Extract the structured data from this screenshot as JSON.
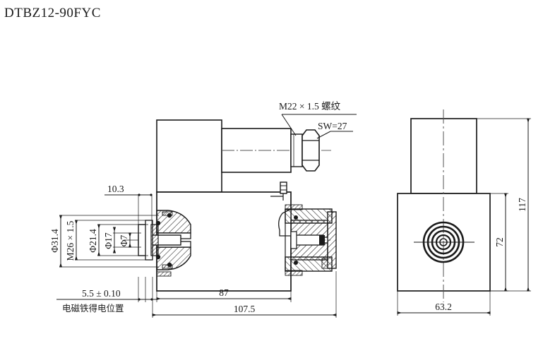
{
  "drawing": {
    "title": "DTBZ12-90FYC",
    "type": "engineering-cross-section-drawing",
    "views": [
      {
        "name": "side-section-view",
        "position": "left"
      },
      {
        "name": "end-view",
        "position": "right"
      }
    ]
  },
  "annotations": {
    "thread_callout": "M22 × 1.5 螺纹",
    "wrench_size": "SW=27",
    "solenoid_note": "电磁铁得电位置"
  },
  "dimensions": {
    "stroke_tolerance": "5.5 ± 0.10",
    "offset_10_3": "10.3",
    "body_length_87": "87",
    "total_length_107_5": "107.5",
    "dia_31_4": "Φ31.4",
    "thread_m26": "M26 × 1.5",
    "dia_21_4": "Φ21.4",
    "dia_17": "Φ17",
    "dia_7": "Φ7",
    "height_117": "117",
    "height_72": "72",
    "width_63_2": "63.2"
  },
  "colors": {
    "line": "#1a1a1a",
    "centerline": "#555555",
    "background": "#ffffff",
    "hatch": "#1a1a1a"
  }
}
